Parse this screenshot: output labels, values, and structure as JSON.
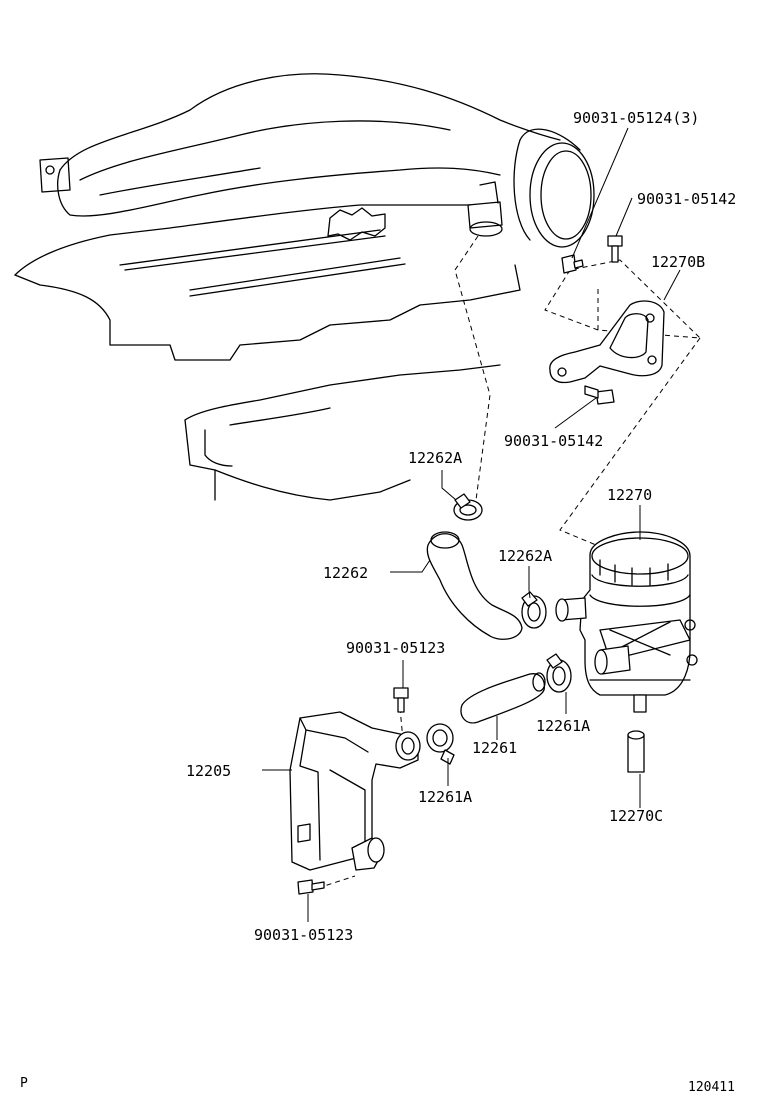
{
  "callouts": {
    "c_90031_05124": "90031-05124(3)",
    "c_90031_05142_top": "90031-05142",
    "c_12270B": "12270B",
    "c_90031_05142_mid": "90031-05142",
    "c_12262A_top": "12262A",
    "c_12270": "12270",
    "c_12262": "12262",
    "c_12262A_mid": "12262A",
    "c_90031_05123_top": "90031-05123",
    "c_12261A_right": "12261A",
    "c_12261": "12261",
    "c_12205": "12205",
    "c_12261A_left": "12261A",
    "c_12270C": "12270C",
    "c_90031_05123_bottom": "90031-05123"
  },
  "footer": {
    "left_mark": "P",
    "diagram_code": "120411"
  }
}
